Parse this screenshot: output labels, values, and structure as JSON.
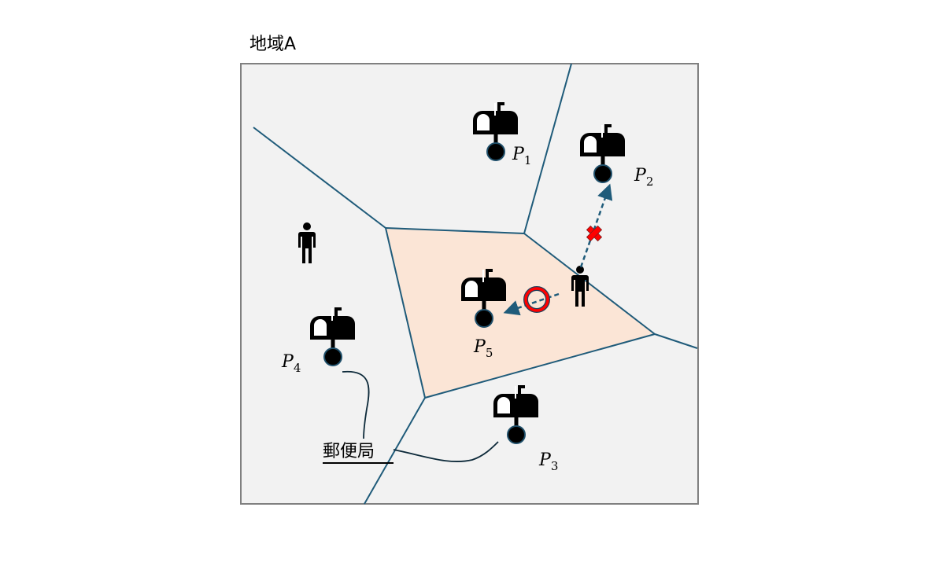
{
  "title": "地域A",
  "callout_label": "郵便局",
  "post_offices": [
    {
      "letter": "P",
      "sub": "1"
    },
    {
      "letter": "P",
      "sub": "2"
    },
    {
      "letter": "P",
      "sub": "3"
    },
    {
      "letter": "P",
      "sub": "4"
    },
    {
      "letter": "P",
      "sub": "5"
    }
  ],
  "colors": {
    "background": "#f2f2f2",
    "highlight_region": "#fbe5d6",
    "boundary": "#1f5b7a",
    "border": "#808080",
    "mark": "#ff0000"
  },
  "icons": [
    "mailbox-icon",
    "person-icon",
    "cross-mark-icon",
    "circle-mark-icon"
  ]
}
